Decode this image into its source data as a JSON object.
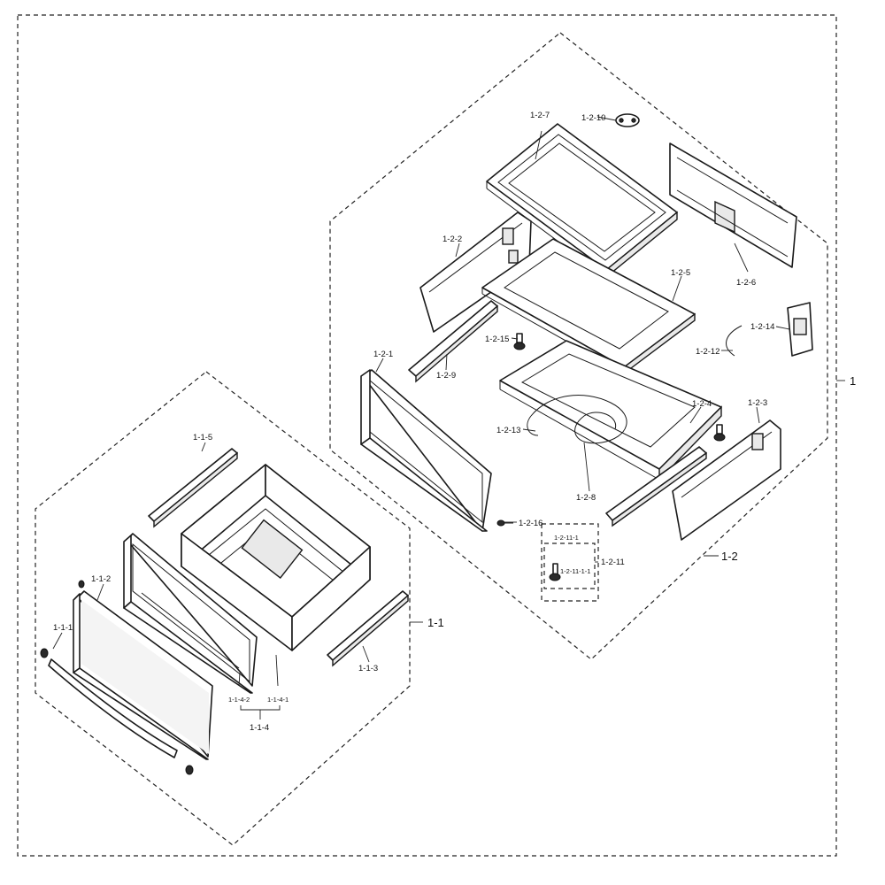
{
  "callouts": {
    "1": "1",
    "1_1": "1-1",
    "1_1_1": "1-1-1",
    "1_1_2": "1-1-2",
    "1_1_3": "1-1-3",
    "1_1_4": "1-1-4",
    "1_1_4_1": "1-1-4-1",
    "1_1_4_2": "1-1-4-2",
    "1_1_5": "1-1-5",
    "1_2": "1-2",
    "1_2_1": "1-2-1",
    "1_2_2": "1-2-2",
    "1_2_3": "1-2-3",
    "1_2_4": "1-2-4",
    "1_2_5": "1-2-5",
    "1_2_6": "1-2-6",
    "1_2_7": "1-2-7",
    "1_2_8": "1-2-8",
    "1_2_9": "1-2-9",
    "1_2_10": "1-2-10",
    "1_2_11": "1-2-11",
    "1_2_11_1": "1-2-11-1",
    "1_2_11_1_1": "1-2-11-1-1",
    "1_2_12": "1-2-12",
    "1_2_13": "1-2-13",
    "1_2_14": "1-2-14",
    "1_2_15": "1-2-15",
    "1_2_16": "1-2-16"
  }
}
